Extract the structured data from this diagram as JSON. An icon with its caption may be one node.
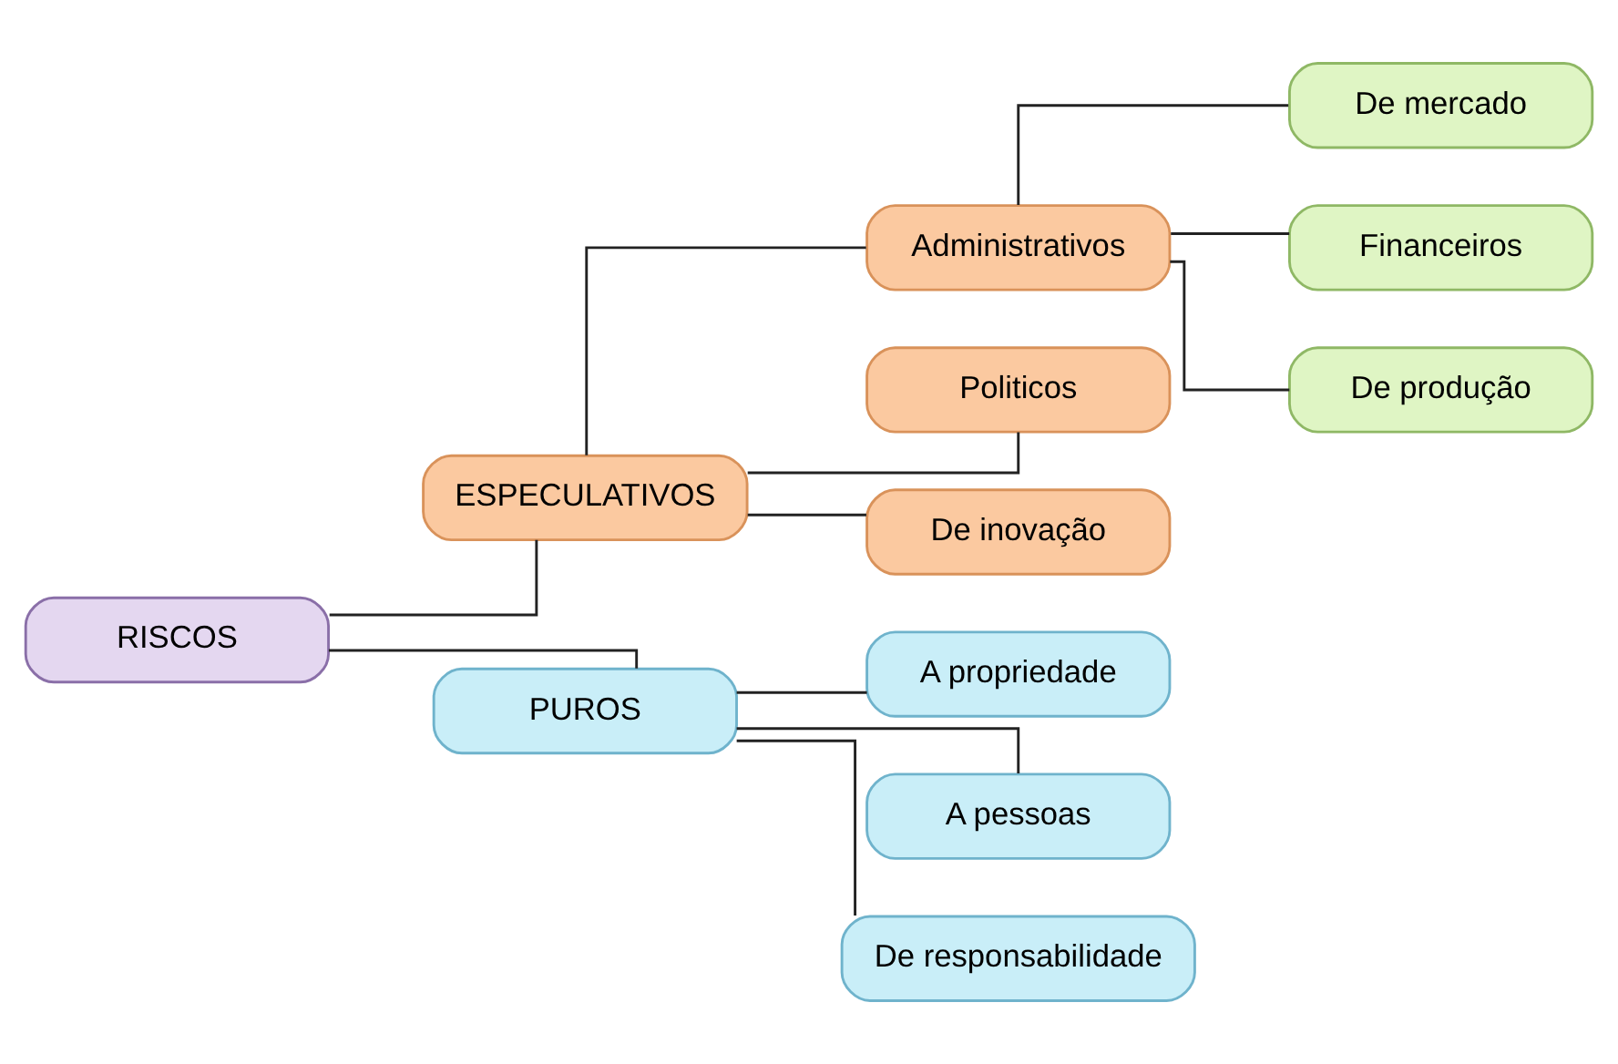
{
  "diagram": {
    "nodes": [
      {
        "text": [
          "RISCOS"
        ]
      },
      {
        "text": [
          "ESPECULATIVOS"
        ]
      },
      {
        "text": [
          "Administrativos"
        ]
      },
      {
        "text": [
          "De mercado"
        ]
      },
      {
        "text": [
          "Financeiros"
        ]
      },
      {
        "text": [
          "De produção"
        ]
      },
      {
        "text": [
          "Politicos"
        ]
      },
      {
        "text": [
          "De inovação"
        ]
      },
      {
        "text": [
          "PUROS"
        ]
      },
      {
        "text": [
          "A propriedade"
        ]
      },
      {
        "text": [
          "A pessoas"
        ]
      },
      {
        "text": [
          "De responsabilidade"
        ]
      }
    ],
    "edges": [
      {
        "from": 0,
        "to": 1,
        "arrow": "none"
      },
      {
        "from": 0,
        "to": 8,
        "arrow": "none"
      },
      {
        "from": 1,
        "to": 2,
        "arrow": "none"
      },
      {
        "from": 1,
        "to": 6,
        "arrow": "none"
      },
      {
        "from": 1,
        "to": 7,
        "arrow": "none"
      },
      {
        "from": 2,
        "to": 3,
        "arrow": "none"
      },
      {
        "from": 2,
        "to": 4,
        "arrow": "none"
      },
      {
        "from": 2,
        "to": 5,
        "arrow": "none"
      },
      {
        "from": 8,
        "to": 9,
        "arrow": "none"
      },
      {
        "from": 8,
        "to": 10,
        "arrow": "none"
      },
      {
        "from": 8,
        "to": 11,
        "arrow": "none"
      }
    ]
  }
}
